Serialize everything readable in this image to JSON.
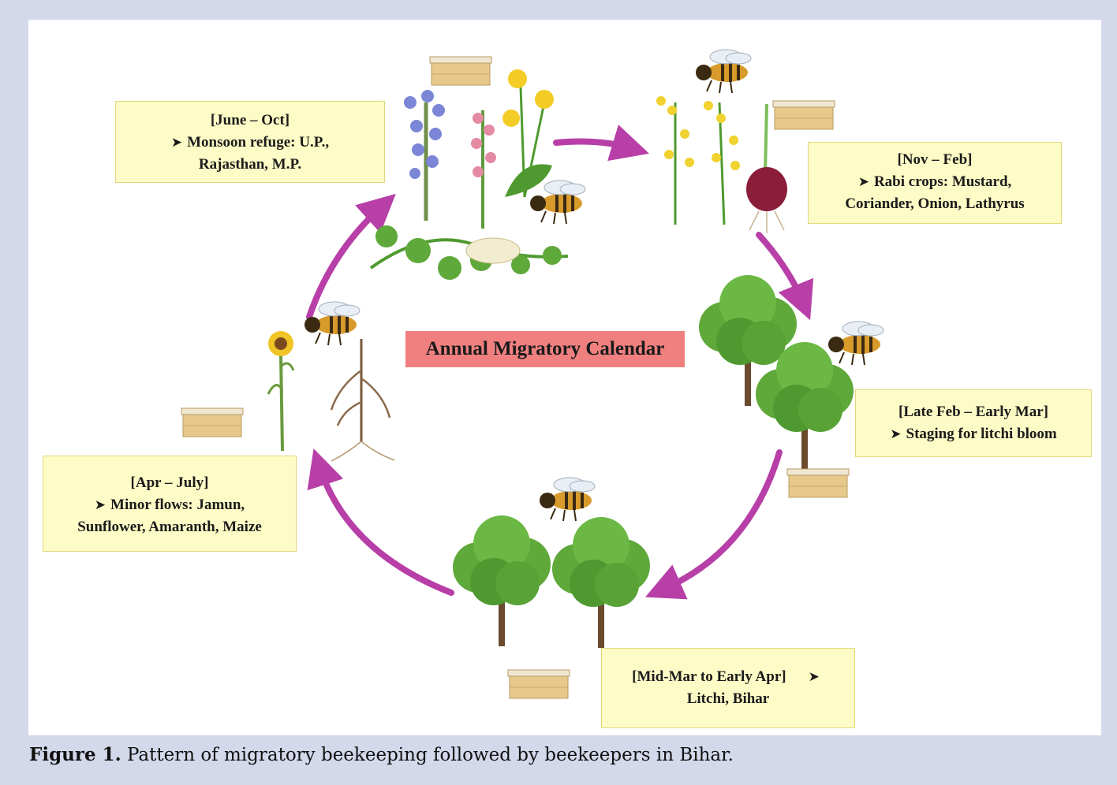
{
  "diagram": {
    "title": "Annual Migratory Calendar",
    "stages": {
      "june_oct": {
        "period": "[June – Oct]",
        "line1": "Monsoon refuge: U.P.,",
        "line2": "Rajasthan, M.P."
      },
      "nov_feb": {
        "period": "[Nov – Feb]",
        "line1": "Rabi crops: Mustard,",
        "line2": "Coriander, Onion, Lathyrus"
      },
      "late_feb": {
        "period": "[Late Feb – Early Mar]",
        "line1": "Staging for litchi bloom"
      },
      "mid_mar": {
        "period": "[Mid-Mar to Early Apr]",
        "line1": "Litchi, Bihar"
      },
      "apr_july": {
        "period": "[Apr – July]",
        "line1": "Minor flows: Jamun,",
        "line2": "Sunflower, Amaranth, Maize"
      }
    },
    "bullet_glyph": "➤",
    "colors": {
      "arrow": "#b83fa7",
      "box_fill": "#fdfbc6",
      "title_fill": "#f08080",
      "tree": "#5fa83a",
      "hive": "#e8c98c"
    }
  },
  "caption": {
    "label": "Figure 1.",
    "text": " Pattern of migratory beekeeping followed by beekeepers in Bihar."
  }
}
